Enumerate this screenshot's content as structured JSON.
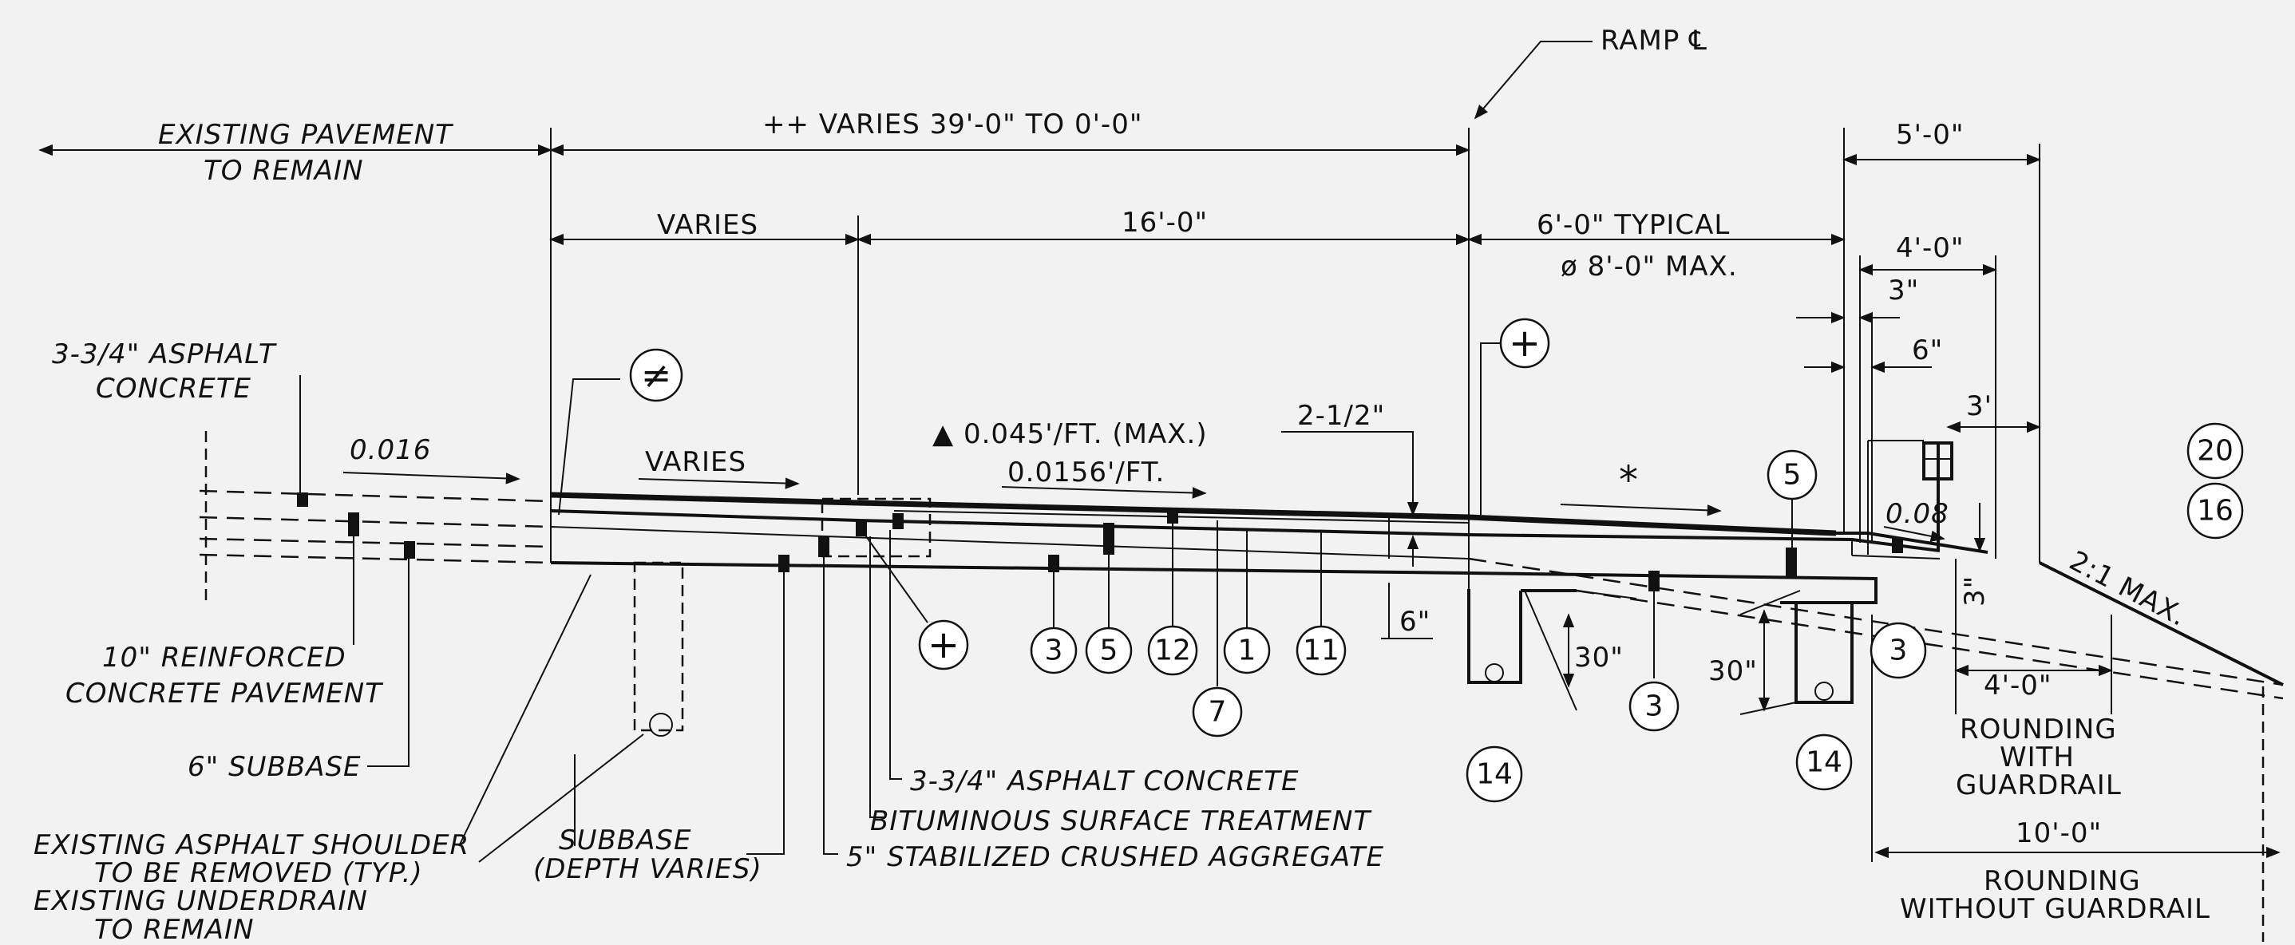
{
  "dimensions": {
    "varies_39_to_0": "++ VARIES 39'-0\" TO 0'-0\"",
    "varies": "VARIES",
    "sixteen_ft": "16'-0\"",
    "six_ft_typical": "6'-0\" TYPICAL",
    "eight_ft_max": "ø 8'-0\" MAX.",
    "five_ft": "5'-0\"",
    "four_ft_top": "4'-0\"",
    "three_in_top": "3\"",
    "six_in_right": "6\"",
    "three_ft": "3'",
    "three_in_vert": "3\"",
    "two_half_in": "2-1/2\"",
    "six_in_low": "6\"",
    "thirty_in_a": "30\"",
    "thirty_in_b": "30\"",
    "four_ft_rounding": "4'-0\"",
    "ten_ft": "10'-0\""
  },
  "slopes": {
    "existing": "0.016",
    "varies_arrow": "VARIES",
    "max_slope": "▲ 0.045'/FT. (MAX.)",
    "ramp_slope": "0.0156'/FT.",
    "shoulder_slope": "0.08",
    "side_slope": "2:1 MAX.",
    "asterisk": "*"
  },
  "labels": {
    "ramp": "RAMP ℄",
    "existing_pavement_1": "EXISTING PAVEMENT",
    "existing_pavement_2": "TO REMAIN",
    "asphalt_1": "3-3/4\" ASPHALT",
    "asphalt_2": "CONCRETE",
    "reinforced_1": "10\" REINFORCED",
    "reinforced_2": "CONCRETE PAVEMENT",
    "subbase_6": "6\" SUBBASE",
    "ex_shoulder_1": "EXISTING ASPHALT SHOULDER",
    "ex_shoulder_2": "TO BE REMOVED (TYP.)",
    "underdrain_1": "EXISTING UNDERDRAIN",
    "underdrain_2": "TO REMAIN",
    "subbase_var_1": "SUBBASE",
    "subbase_var_2": "(DEPTH VARIES)",
    "asphalt_concrete": "3-3/4\" ASPHALT CONCRETE",
    "bituminous": "BITUMINOUS SURFACE TREATMENT",
    "stabilized": "5\" STABILIZED CRUSHED AGGREGATE",
    "rounding_gr_1": "ROUNDING",
    "rounding_gr_2": "WITH",
    "rounding_gr_3": "GUARDRAIL",
    "rounding_nogr_1": "ROUNDING",
    "rounding_nogr_2": "WITHOUT GUARDRAIL"
  },
  "callouts": {
    "not_equal": "≠",
    "plus_upper": "+",
    "plus_lower": "+",
    "c3a": "3",
    "c5a": "5",
    "c12": "12",
    "c1": "1",
    "c11": "11",
    "c7": "7",
    "c14a": "14",
    "c3b": "3",
    "c14b": "14",
    "c5b": "5",
    "c3c": "3",
    "c20": "20",
    "c16": "16"
  }
}
